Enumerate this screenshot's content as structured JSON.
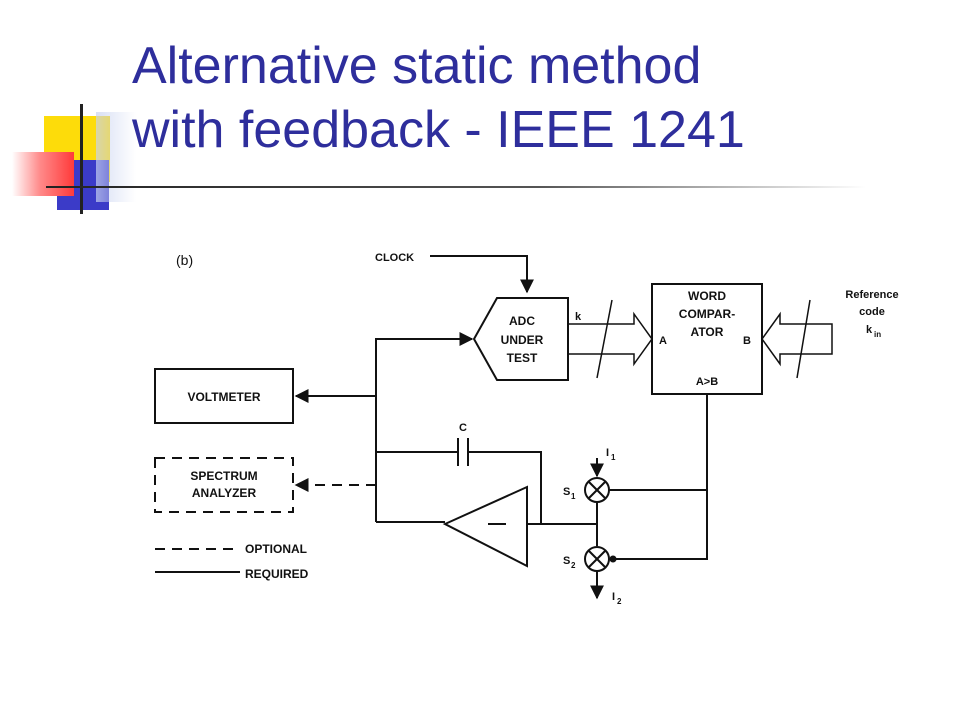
{
  "slide": {
    "title_line1": "Alternative static method",
    "title_line2": "with feedback - IEEE 1241"
  },
  "diagram": {
    "panel_label": "(b)",
    "clock": "CLOCK",
    "adc": {
      "line1": "ADC",
      "line2": "UNDER",
      "line3": "TEST",
      "bus_label": "k"
    },
    "comparator": {
      "line1": "WORD",
      "line2": "COMPAR-",
      "line3": "ATOR",
      "input_a": "A",
      "input_b": "B",
      "output": "A>B"
    },
    "reference": {
      "line1": "Reference",
      "line2": "code",
      "symbol": "k",
      "subscript": "in"
    },
    "voltmeter": "VOLTMETER",
    "spectrum_analyzer": {
      "line1": "SPECTRUM",
      "line2": "ANALYZER"
    },
    "capacitor": "C",
    "switch1": {
      "label": "S",
      "subscript": "1"
    },
    "switch2": {
      "label": "S",
      "subscript": "2"
    },
    "current1": {
      "label": "I",
      "subscript": "1"
    },
    "current2": {
      "label": "I",
      "subscript": "2"
    },
    "legend": {
      "optional": "OPTIONAL",
      "required": "REQUIRED"
    }
  }
}
